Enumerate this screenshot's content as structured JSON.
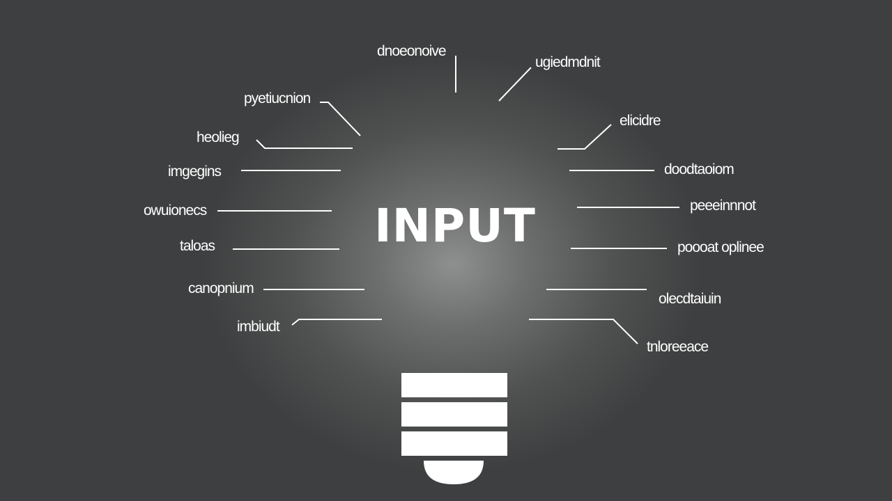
{
  "center_label": "INPUT",
  "colors": {
    "background": "#3f4041",
    "glow": "#8e908f",
    "foreground": "#ffffff"
  },
  "labels": {
    "top_center": "dnoeonoive",
    "top_right": "ugiedmdnit",
    "upper_left": "pyetiucnion",
    "left_1": "heolieg",
    "left_2": "imgegins",
    "left_3": "owuionecs",
    "left_4": "taloas",
    "left_5": "canopnium",
    "left_6": "imbiudt",
    "right_1": "elicidre",
    "right_2": "doodtaoiom",
    "right_3": "peeeinnnot",
    "right_4": "poooat oplinee",
    "right_5": "olecdtaiuin",
    "right_6": "tnloreeace"
  },
  "bulb": {
    "rings": 3,
    "icon": "lightbulb-base-icon"
  }
}
